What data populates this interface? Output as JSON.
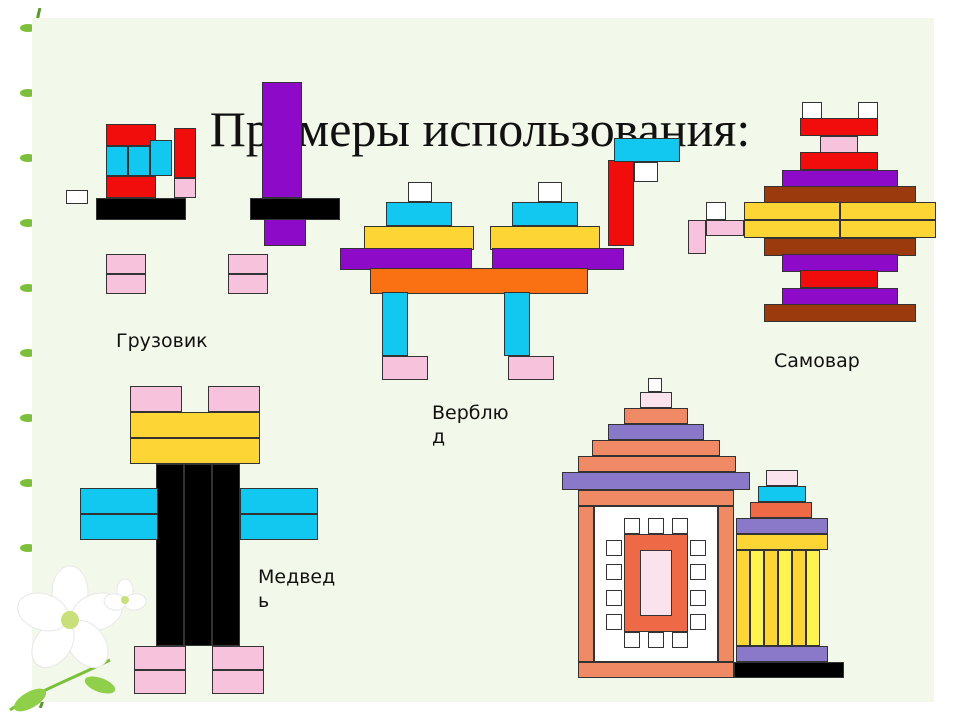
{
  "slide": {
    "title": "Примеры использования:",
    "labels": {
      "truck": "Грузовик",
      "camel_1": "Верблю",
      "camel_2": "д",
      "samovar": "Самовар",
      "bear_1": "Медвед",
      "bear_2": "ь"
    }
  },
  "colors": {
    "background": "#f3f9ea",
    "red": "#f20d0d",
    "cyan": "#13c8f0",
    "pink": "#f7c2dc",
    "purple": "#8c0ac8",
    "yellow": "#fdd535",
    "orange": "#f97113",
    "brown": "#9b3a0c"
  }
}
